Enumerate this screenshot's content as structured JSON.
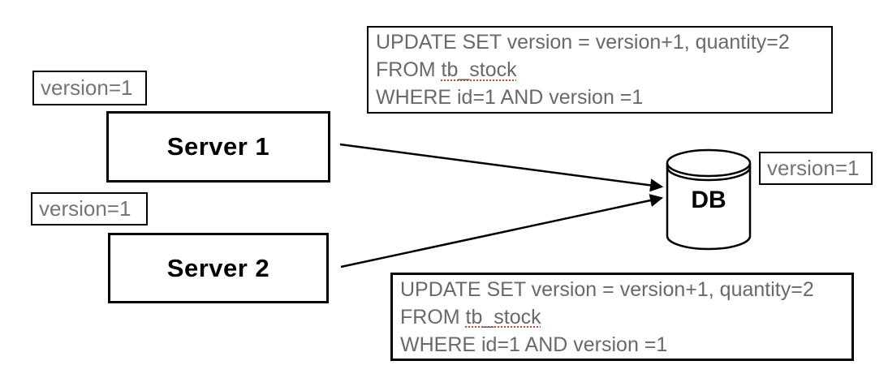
{
  "servers": [
    {
      "label": "Server 1",
      "version_badge": "version=1"
    },
    {
      "label": "Server 2",
      "version_badge": "version=1"
    }
  ],
  "database": {
    "label": "DB",
    "version_badge": "version=1"
  },
  "sql_top": {
    "line1": "UPDATE SET version = version+1, quantity=2",
    "line2_prefix": "FROM ",
    "line2_table": "tb_stock",
    "line3": "WHERE id=1 AND version =1"
  },
  "sql_bottom": {
    "line1": "UPDATE SET version = version+1, quantity=2",
    "line2_prefix": "FROM ",
    "line2_table": "tb_stock",
    "line3": "WHERE id=1 AND version =1"
  },
  "colors": {
    "background": "#ffffff",
    "box_border": "#000000",
    "sql_text": "#696969",
    "badge_text": "#757575",
    "server_text": "#000000",
    "spellcheck_underline": "#e0402e",
    "arrow": "#000000"
  }
}
